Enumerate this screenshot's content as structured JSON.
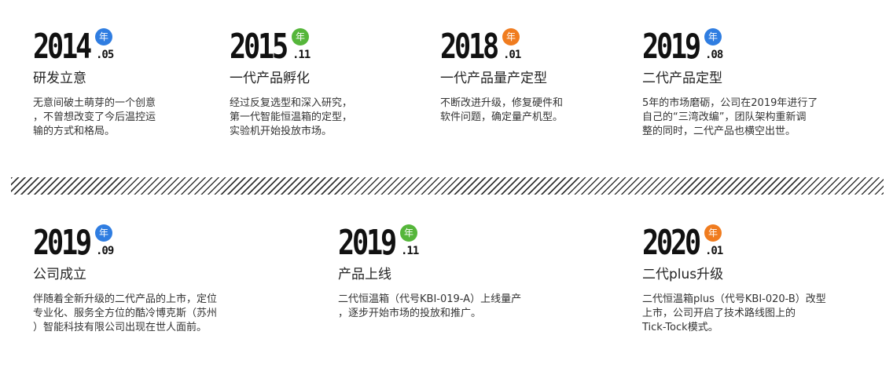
{
  "colors": {
    "blue": "#2f7de1",
    "green": "#55b63a",
    "orange": "#f07c1f"
  },
  "milestones": [
    {
      "year": "2014",
      "month": ".05",
      "badge": "年",
      "badge_color": "#2f7de1",
      "title": "研发立意",
      "desc": "无意间破土萌芽的一个创意\n，不曾想改变了今后温控运\n输的方式和格局。"
    },
    {
      "year": "2015",
      "month": ".11",
      "badge": "年",
      "badge_color": "#55b63a",
      "title": "一代产品孵化",
      "desc": "经过反复选型和深入研究，\n第一代智能恒温箱的定型，\n实验机开始投放市场。"
    },
    {
      "year": "2018",
      "month": ".01",
      "badge": "年",
      "badge_color": "#f07c1f",
      "title": "一代产品量产定型",
      "desc": "不断改进升级，修复硬件和\n软件问题，确定量产机型。"
    },
    {
      "year": "2019",
      "month": ".08",
      "badge": "年",
      "badge_color": "#2f7de1",
      "title": "二代产品定型",
      "desc": "5年的市场磨砺，公司在2019年进行了\n自己的“三湾改编”，团队架构重新调\n整的同时，二代产品也横空出世。"
    },
    {
      "year": "2019",
      "month": ".09",
      "badge": "年",
      "badge_color": "#2f7de1",
      "title": "公司成立",
      "desc": "伴随着全新升级的二代产品的上市，定位\n专业化、服务全方位的酷冷博克斯（苏州\n）智能科技有限公司出现在世人面前。"
    },
    {
      "year": "2019",
      "month": ".11",
      "badge": "年",
      "badge_color": "#55b63a",
      "title": "产品上线",
      "desc": "二代恒温箱（代号KBI-019-A）上线量产\n，逐步开始市场的投放和推广。"
    },
    {
      "year": "2020",
      "month": ".01",
      "badge": "年",
      "badge_color": "#f07c1f",
      "title": "二代plus升级",
      "desc": "二代恒温箱plus（代号KBI-020-B）改型\n上市，公司开启了技术路线图上的\nTick-Tock模式。"
    }
  ]
}
